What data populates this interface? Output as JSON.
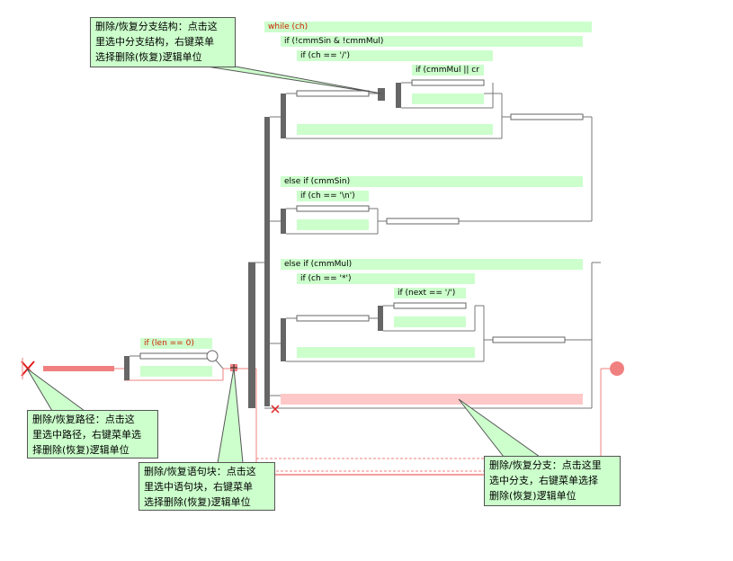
{
  "code_labels": {
    "while_ch": "while (ch)",
    "if_cmmsin_cmmmul": "if (!cmmSin & !cmmMul)",
    "if_ch_slash": "if (ch == '/')",
    "if_cmmmul_or_cr": "if (cmmMul || cr",
    "else_if_cmmsin": "else if (cmmSin)",
    "if_ch_newline": "if (ch == '\\n')",
    "else_if_cmmmul": "else if (cmmMul)",
    "if_ch_star": "if (ch == '*')",
    "if_next_slash": "if (next == '/')",
    "if_len_zero": "if (len == 0)"
  },
  "callouts": {
    "branch_structure": [
      "删除/恢复分支结构：点击这",
      "里选中分支结构，右键菜单",
      "选择删除(恢复)逻辑单位"
    ],
    "path": [
      "删除/恢复路径：点击这",
      "里选中路径，右键菜单选",
      "择删除(恢复)逻辑单位"
    ],
    "statement_block": [
      "删除/恢复语句块：点击这",
      "里选中语句块，右键菜单",
      "选择删除(恢复)逻辑单位"
    ],
    "branch": [
      "删除/恢复分支：点击这里",
      "选中分支，右键菜单选择",
      "删除(恢复)逻辑单位"
    ]
  },
  "colors": {
    "label_bg": "#ccffcc",
    "selected_red": "#f08080",
    "selected_pink": "#ffc8c8",
    "bar_gray": "#666666",
    "line_gray": "#777777",
    "red_text": "#cc2200"
  }
}
